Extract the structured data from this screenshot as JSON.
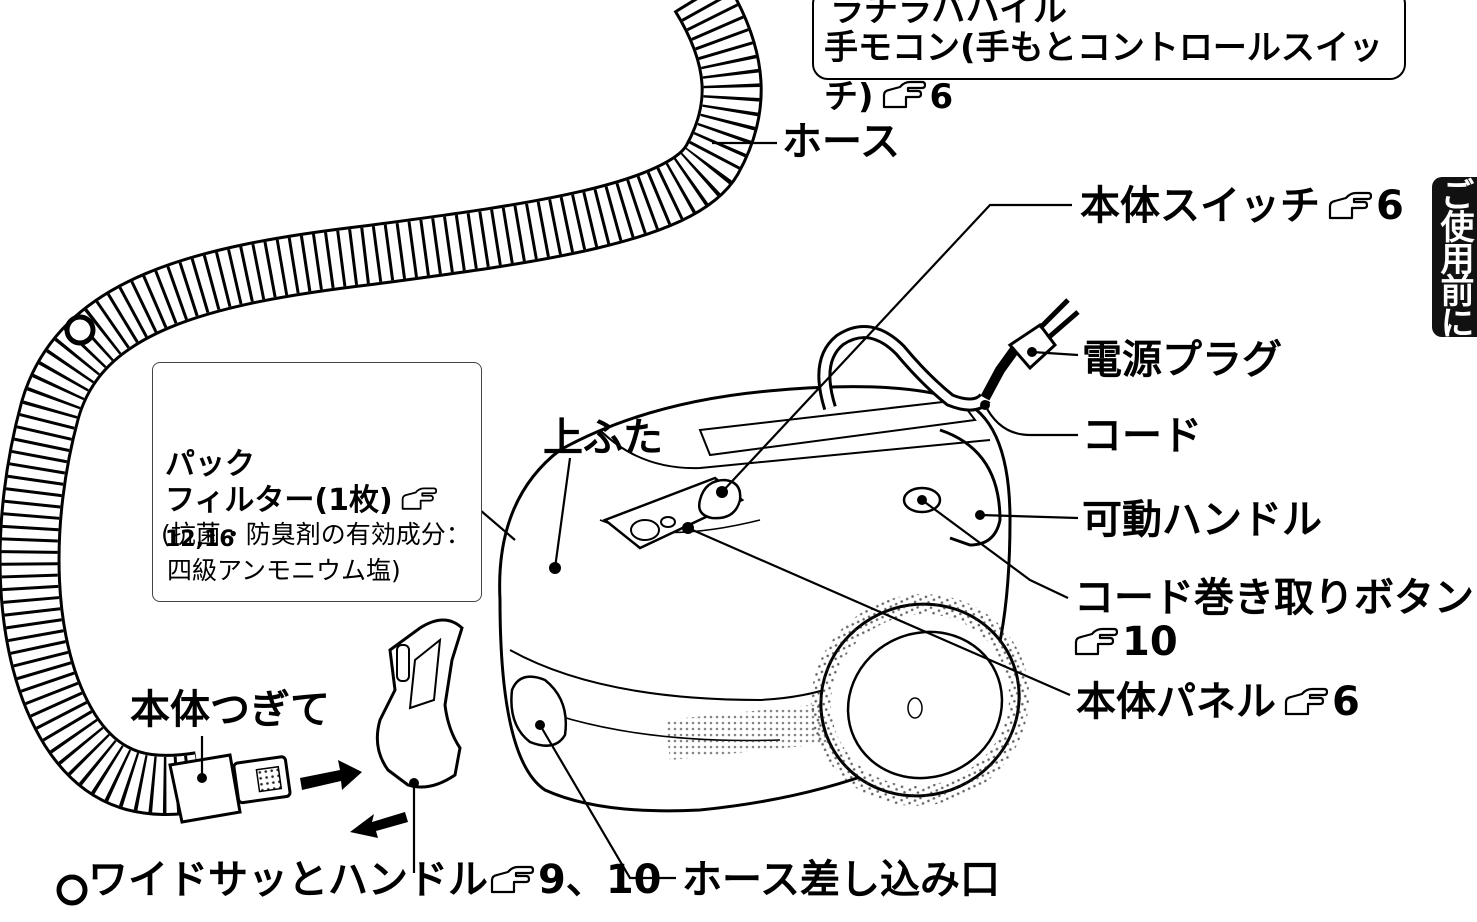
{
  "top_box": {
    "line1": "ラチラバハイル",
    "line2": "手モコン(手もとコントロールスイッチ)",
    "ref": "6"
  },
  "side_tab": "ご使用前に",
  "pack_box": {
    "title1": "パック",
    "title2": "フィルター(1枚)",
    "ref": "12,16",
    "note1": "(抗菌・防臭剤の有効成分：",
    "note2": "四級アンモニウム塩)"
  },
  "labels": {
    "hose": "ホース",
    "main_switch": "本体スイッチ",
    "main_switch_ref": "6",
    "plug": "電源プラグ",
    "cord": "コード",
    "top_lid": "上ふた",
    "handle": "可動ハンドル",
    "cord_rewind": "コード巻き取りボタン",
    "cord_rewind_ref": "10",
    "panel": "本体パネル",
    "panel_ref": "6",
    "joint": "本体つぎて",
    "wide_handle": "ワイドサッとハンドル",
    "wide_handle_ref": "9、10",
    "hose_inlet": "ホース差し込み口"
  },
  "icons": [
    "pointing-hand-icon"
  ],
  "colors": {
    "ink": "#000000",
    "paper": "#ffffff",
    "tab": "#111111"
  }
}
